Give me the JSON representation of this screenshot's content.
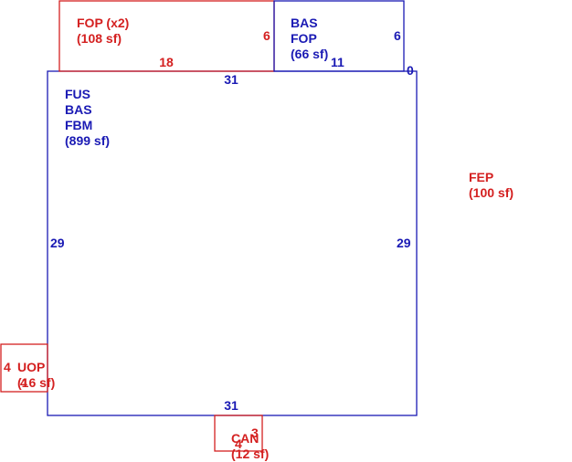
{
  "colors": {
    "primary": "#1a1ab4",
    "secondary": "#d42020"
  },
  "areas": {
    "main": {
      "lines": [
        "FUS",
        "BAS",
        "FBM",
        "(899 sf)"
      ]
    },
    "fop": {
      "lines": [
        "FOP (x2)",
        "(108 sf)"
      ]
    },
    "bas_fop": {
      "lines": [
        "BAS",
        "FOP",
        "(66 sf)"
      ]
    },
    "fep": {
      "lines": [
        "FEP",
        "(100 sf)"
      ]
    },
    "uop": {
      "lines": [
        "UOP",
        "(16 sf)"
      ]
    },
    "can": {
      "lines": [
        "CAN",
        "(12 sf)"
      ]
    }
  },
  "dimensions": {
    "main_top": "31",
    "main_bottom": "31",
    "main_left": "29",
    "main_right": "29",
    "main_corner": "0",
    "fop_bottom": "18",
    "fop_right": "6",
    "bas_fop_right": "6",
    "bas_fop_bottom": "11",
    "uop_left": "4",
    "uop_bottom": "4",
    "can_bottom": "4",
    "can_right": "3"
  }
}
